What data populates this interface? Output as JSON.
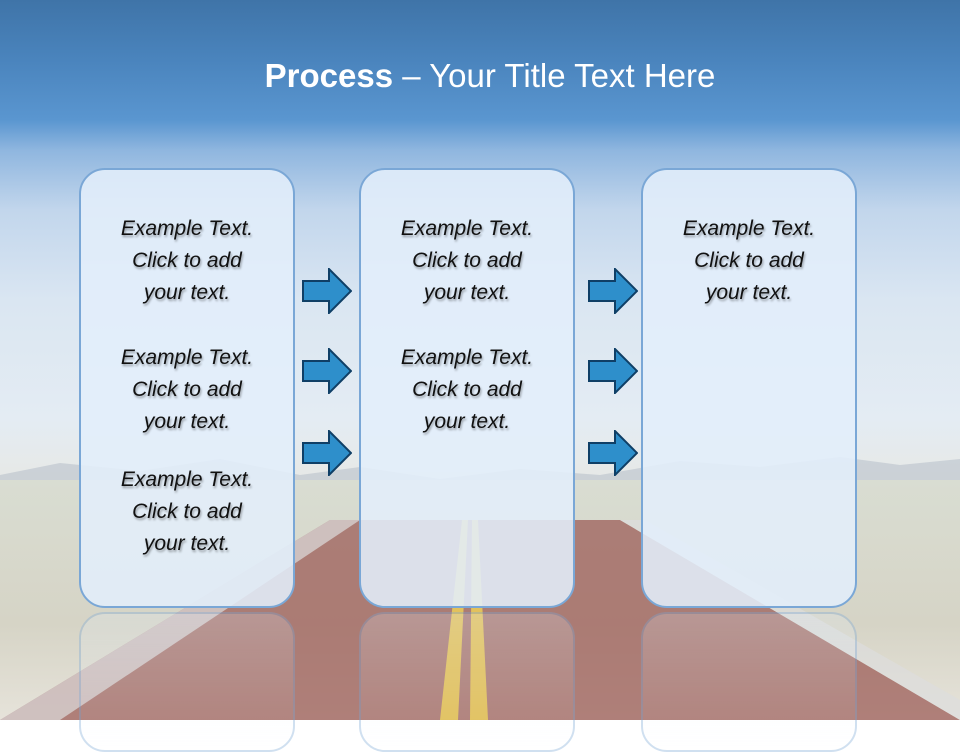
{
  "slide": {
    "title_bold": "Process",
    "title_rest": " – Your Title Text Here"
  },
  "columns": [
    {
      "items": [
        "Example Text.\nClick  to add\nyour text.",
        "Example Text.\nClick  to add\nyour text.",
        "Example Text.\nClick  to add\nyour text."
      ]
    },
    {
      "items": [
        "Example Text.\nClick  to add\nyour text.",
        "Example Text.\nClick  to add\nyour text."
      ]
    },
    {
      "items": [
        "Example Text.\nClick  to add\nyour text."
      ]
    }
  ],
  "colors": {
    "arrow_fill": "#2e8fcb",
    "arrow_stroke": "#0f3f66",
    "box_border": "#7aa7d6"
  },
  "icons": [
    "arrow-right-icon"
  ]
}
